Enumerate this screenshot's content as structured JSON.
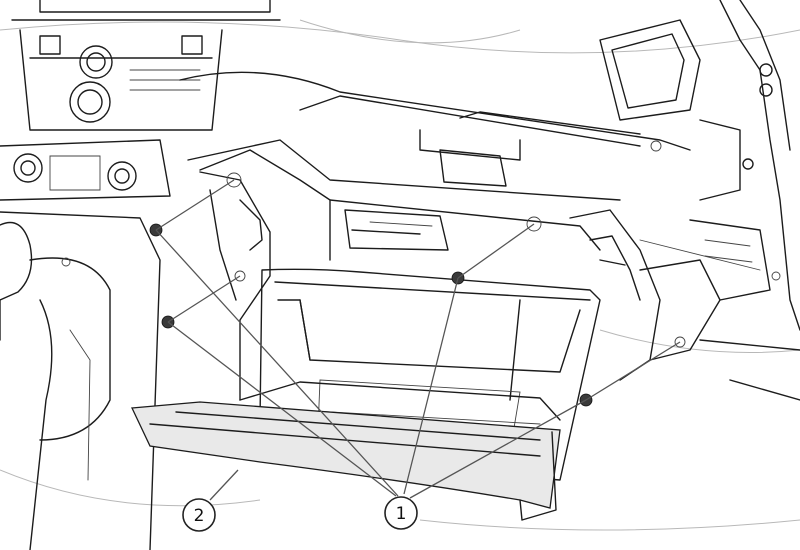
{
  "callouts": [
    {
      "id": "1",
      "label": "1"
    },
    {
      "id": "2",
      "label": "2"
    }
  ],
  "colors": {
    "line": "#1c1c1c",
    "background": "#ffffff",
    "screw": "#3a3a3a"
  }
}
